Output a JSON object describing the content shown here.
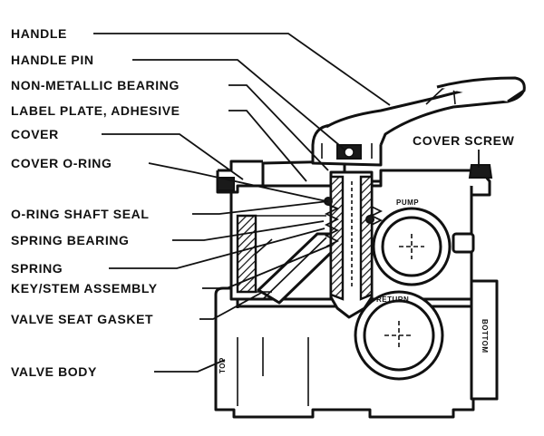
{
  "labels": {
    "handle": "HANDLE",
    "handle_pin": "HANDLE PIN",
    "non_metallic_bearing": "NON-METALLIC BEARING",
    "label_plate": "LABEL PLATE, ADHESIVE",
    "cover": "COVER",
    "cover_o_ring": "COVER O-RING",
    "o_ring_shaft_seal": "O-RING SHAFT SEAL",
    "spring_bearing": "SPRING BEARING",
    "spring": "SPRING",
    "key_stem_assembly": "KEY/STEM ASSEMBLY",
    "valve_seat_gasket": "VALVE SEAT GASKET",
    "valve_body": "VALVE BODY",
    "cover_screw": "COVER SCREW"
  },
  "port_marks": {
    "pump": "PUMP",
    "return": "RETURN",
    "top": "TOP",
    "bottom": "BOTTOM"
  }
}
